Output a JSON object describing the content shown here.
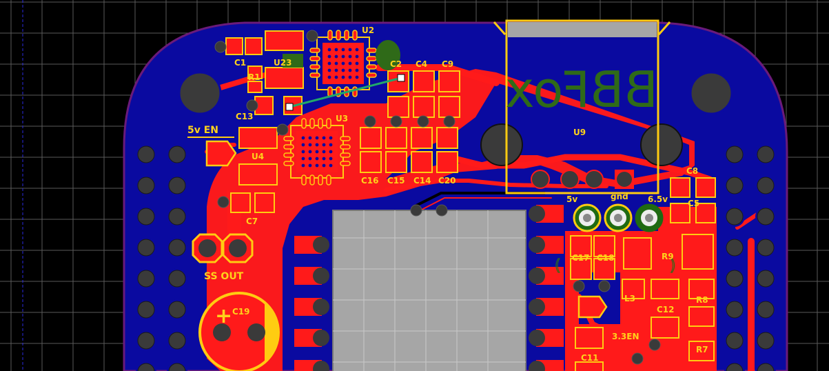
{
  "view": {
    "kind": "pcb-editor-canvas"
  },
  "colors": {
    "background": "#000000",
    "grid": "#5a5a5a",
    "board_fill": "#0a0aa0",
    "board_outline": "#6a1a7a",
    "copper_top": "#ff1a1a",
    "silkscreen": "#ffcc11",
    "silk_label": "#ffd21a",
    "hole_fill": "#3a3a3a",
    "module_fill": "#a6a6a6",
    "logo": "#2f6a18",
    "ratsnest": "#21a86a"
  },
  "labels": {
    "u2": "U2",
    "u23": "U23",
    "c1": "C1",
    "r1": "R1",
    "c13": "C13",
    "c2": "C2",
    "c4": "C4",
    "c9": "C9",
    "u3": "U3",
    "u4": "U4",
    "c16": "C16",
    "c15": "C15",
    "c14": "C14",
    "c20": "C20",
    "c7": "C7",
    "five_v_en": "5v EN",
    "ss_out": "SS OUT",
    "c19": "C19",
    "u9": "U9",
    "c8": "C8",
    "c5": "C5",
    "five_v": "5v",
    "gnd": "gnd",
    "six_five_v": "6.5v",
    "c17": "C17",
    "c18": "C18",
    "r9": "R9",
    "l3": "L3",
    "c12": "C12",
    "r8": "R8",
    "en_3v3": "3.3EN",
    "c11": "C11",
    "r7": "R7",
    "logo_text": "BBFox",
    "plus": "+"
  }
}
